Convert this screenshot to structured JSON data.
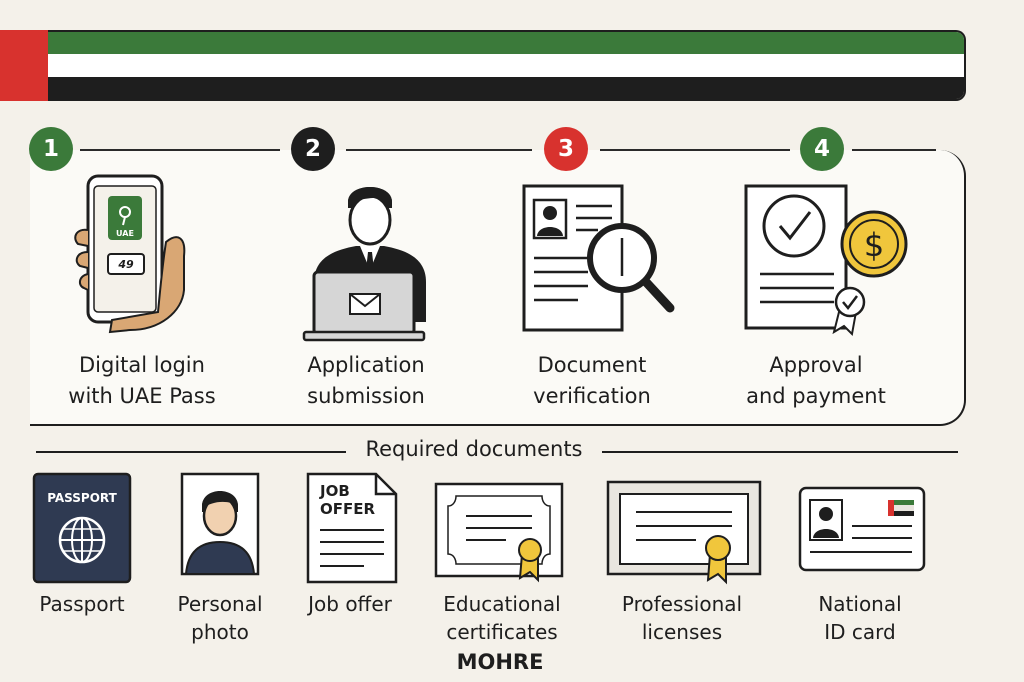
{
  "colors": {
    "green": "#3b7a3a",
    "red": "#d8322e",
    "black": "#1e1e1e",
    "white": "#ffffff",
    "gold": "#f0c63c",
    "navy": "#2f3a52",
    "skin": "#d9a774"
  },
  "steps": [
    {
      "number": "1",
      "label_line1": "Digital login",
      "label_line2": "with UAE Pass",
      "color": "green",
      "icon": "phone-uae-pass-icon",
      "phone_badge": "UAE",
      "phone_code": "49"
    },
    {
      "number": "2",
      "label_line1": "Application",
      "label_line2": "submission",
      "color": "black",
      "icon": "person-laptop-icon"
    },
    {
      "number": "3",
      "label_line1": "Document",
      "label_line2": "verification",
      "color": "red",
      "icon": "document-magnifier-icon"
    },
    {
      "number": "4",
      "label_line1": "Approval",
      "label_line2": "and payment",
      "color": "green",
      "icon": "approval-coin-icon"
    }
  ],
  "required": {
    "title": "Required documents",
    "items": [
      {
        "label_line1": "Passport",
        "label_line2": "",
        "icon": "passport-icon",
        "icon_text": "PASSPORT"
      },
      {
        "label_line1": "Personal",
        "label_line2": "photo",
        "icon": "photo-icon"
      },
      {
        "label_line1": "Job offer",
        "label_line2": "",
        "icon": "job-offer-icon",
        "icon_text_line1": "JOB",
        "icon_text_line2": "OFFER"
      },
      {
        "label_line1": "Educational",
        "label_line2": "certificates",
        "icon": "certificate-icon"
      },
      {
        "label_line1": "Professional",
        "label_line2": "licenses",
        "icon": "license-icon"
      },
      {
        "label_line1": "National",
        "label_line2": "ID card",
        "icon": "id-card-icon"
      }
    ],
    "footer": "MOHRE"
  }
}
